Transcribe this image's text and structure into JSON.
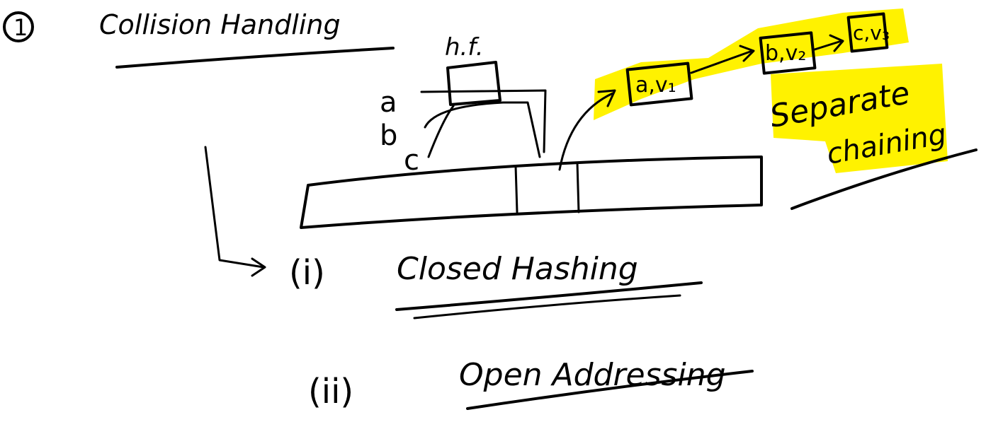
{
  "notes": {
    "number": "1",
    "title": "Collision Handling",
    "hash_function_label": "h.f.",
    "keys": [
      "a",
      "b",
      "c"
    ],
    "chain_nodes": [
      "a,v₁",
      "b,v₂",
      "c,v₃"
    ],
    "separate_chaining_line1": "Separate",
    "separate_chaining_line2": "chaining",
    "methods": [
      {
        "roman": "(i)",
        "name": "Closed Hashing"
      },
      {
        "roman": "(ii)",
        "name": "Open Addressing"
      }
    ],
    "highlight_color": "#fff200",
    "ink_color": "#000000"
  }
}
